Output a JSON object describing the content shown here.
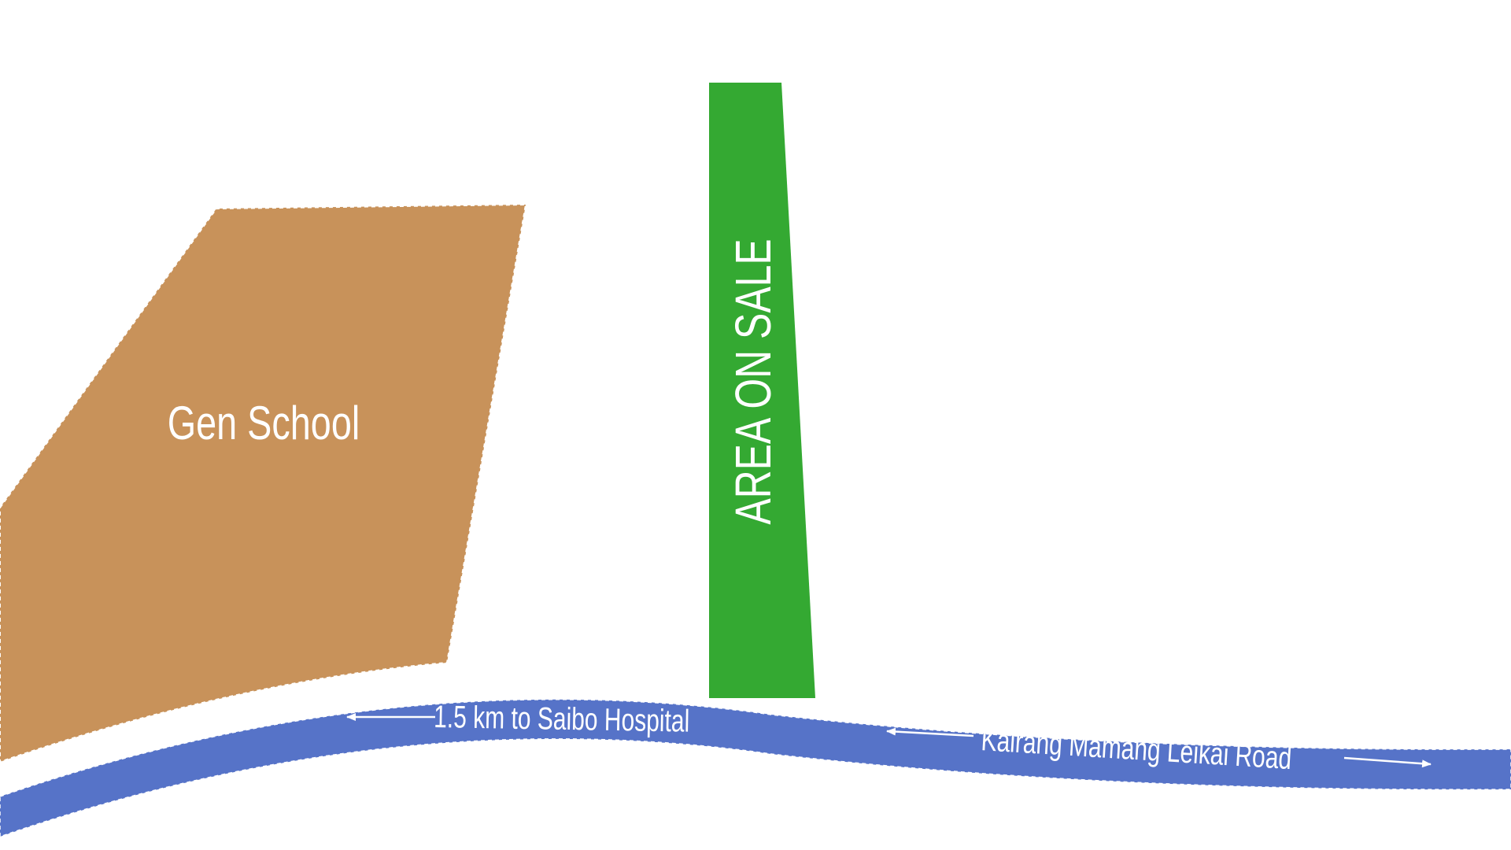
{
  "map": {
    "features": {
      "school": {
        "label": "Gen School",
        "color": "#c8925a"
      },
      "plot": {
        "label": "AREA ON SALE",
        "color": "#34a932"
      },
      "road": {
        "color": "#5673c8"
      }
    },
    "annotations": {
      "hospital_distance": "1.5 km to Saibo Hospital",
      "road_name": "Kairang Mamang Leikai Road"
    },
    "label_color": "#ffffff"
  }
}
